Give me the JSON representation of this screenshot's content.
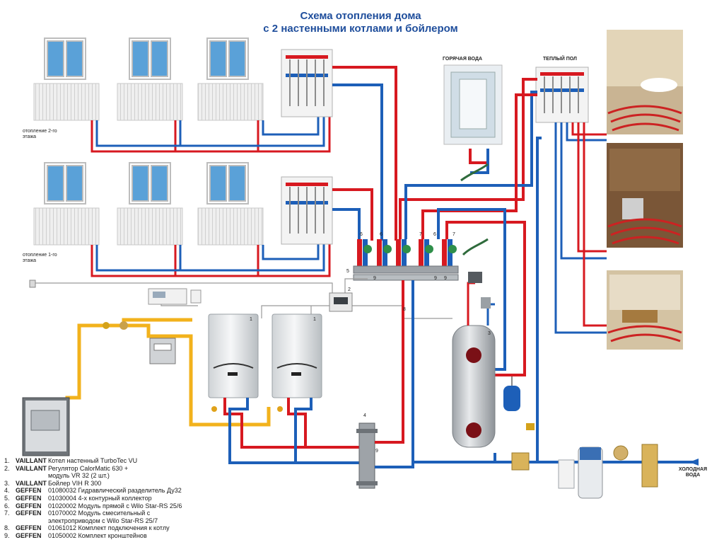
{
  "title": {
    "line1": "Схема отопления дома",
    "line2": "с 2 настенными котлами и бойлером"
  },
  "labels": {
    "floor2": "отопление 2-го этажа",
    "floor1": "отопление 1-го этажа",
    "hot_water": "ГОРЯЧАЯ ВОДА",
    "warm_floor": "ТЕПЛЫЙ ПОЛ",
    "cold_water": "ХОЛОДНАЯ ВОДА"
  },
  "colors": {
    "hot_pipe": "#d71920",
    "cold_pipe": "#1d5fb8",
    "gas_pipe": "#f2b21c",
    "cable": "#9a9a9a",
    "title": "#1f4e9c"
  },
  "callouts": [
    "1",
    "1",
    "2",
    "3",
    "4",
    "5",
    "6",
    "6",
    "7",
    "6",
    "7",
    "8",
    "9",
    "9",
    "9",
    "9"
  ],
  "legend": [
    {
      "num": "1.",
      "brand": "VAILLANT",
      "desc": "Котел настенный TurboTec VU"
    },
    {
      "num": "2.",
      "brand": "VAILLANT",
      "desc": "Регулятор CalorMatic 630 +"
    },
    {
      "num": "",
      "brand": "",
      "desc": "модуль VR 32 (2 шт.)"
    },
    {
      "num": "3.",
      "brand": "VAILLANT",
      "desc": "Бойлер VIH R 300"
    },
    {
      "num": "4.",
      "brand": "GEFFEN",
      "desc": "01080032  Гидравлический разделитель Ду32"
    },
    {
      "num": "5.",
      "brand": "GEFFEN",
      "desc": "01030004  4-х контурный коллектор"
    },
    {
      "num": "6.",
      "brand": "GEFFEN",
      "desc": "01020002  Модуль прямой с  Wilo Star-RS 25/6"
    },
    {
      "num": "7.",
      "brand": "GEFFEN",
      "desc": "01070002  Модуль смесительный с"
    },
    {
      "num": "",
      "brand": "",
      "desc": "электроприводом с  Wilo Star-RS 25/7"
    },
    {
      "num": "8.",
      "brand": "GEFFEN",
      "desc": "01061012  Комплект подключения к котлу"
    },
    {
      "num": "9.",
      "brand": "GEFFEN",
      "desc": "01050002  Комплект кронштейнов"
    }
  ]
}
